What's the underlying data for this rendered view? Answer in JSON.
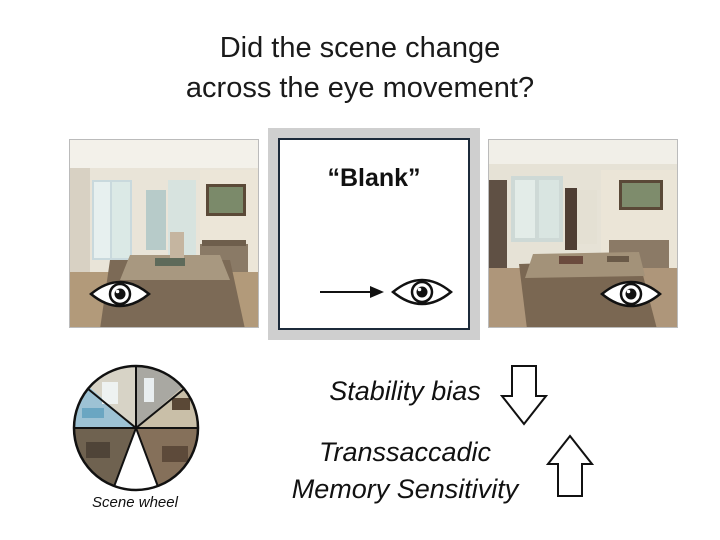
{
  "title": {
    "line1": "Did the scene change",
    "line2": "across the eye movement?"
  },
  "blank": {
    "label": "“Blank”"
  },
  "labels": {
    "stability_bias": "Stability bias",
    "transsaccadic_line1": "Transsaccadic",
    "transsaccadic_line2": "Memory Sensitivity",
    "scene_wheel": "Scene wheel"
  },
  "icons": {
    "eye": "eye-icon",
    "saccade_arrow": "right-arrow-icon",
    "down_arrow": "down-arrow-icon",
    "up_arrow": "up-arrow-icon"
  },
  "colors": {
    "frame_gray": "#cfcfcf",
    "blank_border": "#1c2a3a"
  }
}
